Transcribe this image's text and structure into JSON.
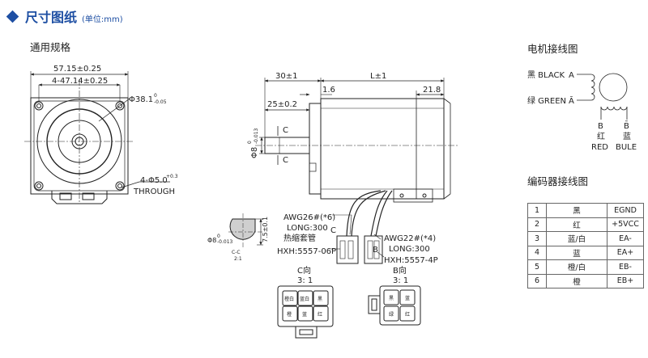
{
  "header": {
    "title": "尺寸图纸",
    "unit": "(单位:mm)",
    "accent": "#1e4fa3"
  },
  "sections": {
    "general": "通用规格",
    "motor_wiring": "电机接线图",
    "encoder_wiring": "编码器接线图"
  },
  "front_view": {
    "dim_outer": "57.15±0.25",
    "dim_hole_pitch": "4-47.14±0.25",
    "dim_pilot": "Φ38.1",
    "dim_pilot_tol_upper": "0",
    "dim_pilot_tol_lower": "-0.05",
    "dim_holes": "4-Φ5.0",
    "dim_holes_tol": "+0.3",
    "dim_holes_note": "THROUGH"
  },
  "side_view": {
    "dim_30": "30±1",
    "dim_L": "L±1",
    "dim_25": "25±0.2",
    "dim_1_6": "1.6",
    "dim_21_8": "21.8",
    "dim_shaft": "Φ8",
    "dim_shaft_tol_upper": "0",
    "dim_shaft_tol_lower": "-0.013",
    "section_mark": "C"
  },
  "section_cc": {
    "dim_flat": "7.5±0.1",
    "dim_shaft": "Φ8",
    "dim_shaft_tol_upper": "0",
    "dim_shaft_tol_lower": "-0.013",
    "label": "C-C",
    "scale": "2:1"
  },
  "cables": {
    "encoder_awg": "AWG26#(*6)",
    "encoder_long": "LONG:300",
    "encoder_sleeve": "热缩套管",
    "encoder_conn": "HXH:5557-06P",
    "encoder_mark": "C",
    "motor_awg": "AWG22#(*4)",
    "motor_long": "LONG:300",
    "motor_conn": "HXH:5557-4P",
    "motor_mark": "B"
  },
  "connector_c": {
    "title": "C向",
    "scale": "3: 1",
    "pins": [
      "橙白",
      "蓝白",
      "黑",
      "橙",
      "蓝",
      "红"
    ]
  },
  "connector_b": {
    "title": "B向",
    "scale": "3: 1",
    "pins": [
      "黑",
      "蓝",
      "绿",
      "红"
    ]
  },
  "motor_wiring": {
    "black_label": "黑 BLACK",
    "phase_a": "A",
    "green_label": "绿 GREEN",
    "phase_a_bar": "Ā",
    "b_left": "B",
    "b_left_cn": "红",
    "b_left_en": "RED",
    "b_right": "B̄",
    "b_right_cn": "蓝",
    "b_right_en": "BULE"
  },
  "encoder_table": {
    "rows": [
      {
        "no": "1",
        "color": "黑",
        "signal": "EGND"
      },
      {
        "no": "2",
        "color": "红",
        "signal": "+5VCC"
      },
      {
        "no": "3",
        "color": "蓝/白",
        "signal": "EA-"
      },
      {
        "no": "4",
        "color": "蓝",
        "signal": "EA+"
      },
      {
        "no": "5",
        "color": "橙/白",
        "signal": "EB-"
      },
      {
        "no": "6",
        "color": "橙",
        "signal": "EB+"
      }
    ]
  }
}
